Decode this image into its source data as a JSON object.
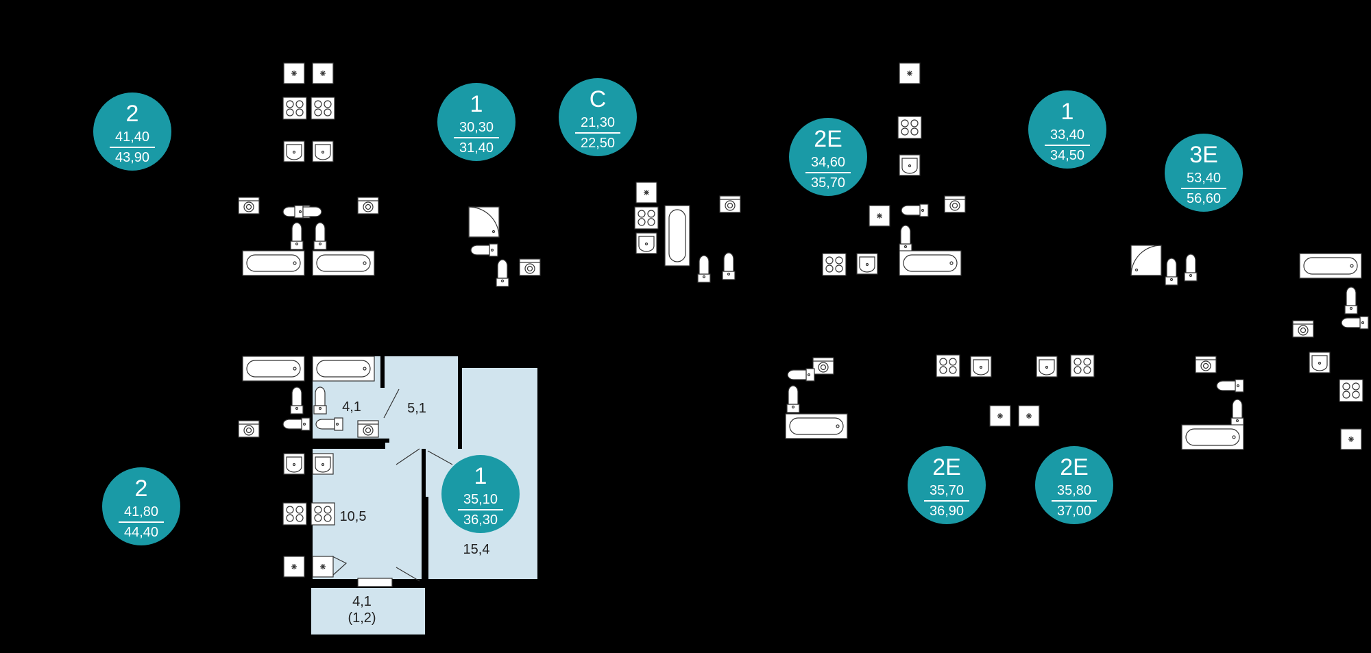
{
  "palette": {
    "background": "#000000",
    "badge": "#1a9aa6",
    "badge_text": "#ffffff",
    "highlight_fill": "#d1e4ee",
    "wall": "#000000",
    "fixture_fill": "#ffffff",
    "fixture_stroke": "#333333"
  },
  "units": [
    {
      "rooms": "2",
      "living": "41,40",
      "total": "43,90"
    },
    {
      "rooms": "1",
      "living": "30,30",
      "total": "31,40"
    },
    {
      "rooms": "С",
      "living": "21,30",
      "total": "22,50"
    },
    {
      "rooms": "2Е",
      "living": "34,60",
      "total": "35,70"
    },
    {
      "rooms": "1",
      "living": "33,40",
      "total": "34,50"
    },
    {
      "rooms": "3Е",
      "living": "53,40",
      "total": "56,60"
    },
    {
      "rooms": "2",
      "living": "41,80",
      "total": "44,40"
    },
    {
      "rooms": "1",
      "living": "35,10",
      "total": "36,30"
    },
    {
      "rooms": "2Е",
      "living": "35,70",
      "total": "36,90"
    },
    {
      "rooms": "2Е",
      "living": "35,80",
      "total": "37,00"
    }
  ],
  "highlighted_unit": {
    "areas": {
      "bathroom": "4,1",
      "hall": "5,1",
      "kitchen": "10,5",
      "room": "15,4",
      "balcony": "4,1",
      "balcony_reduced": "(1,2)"
    }
  },
  "fixture_icons": [
    "bathtub-icon",
    "toilet-icon",
    "sink-icon",
    "stove-icon",
    "fridge-icon",
    "washing-machine-icon",
    "shower-icon"
  ]
}
